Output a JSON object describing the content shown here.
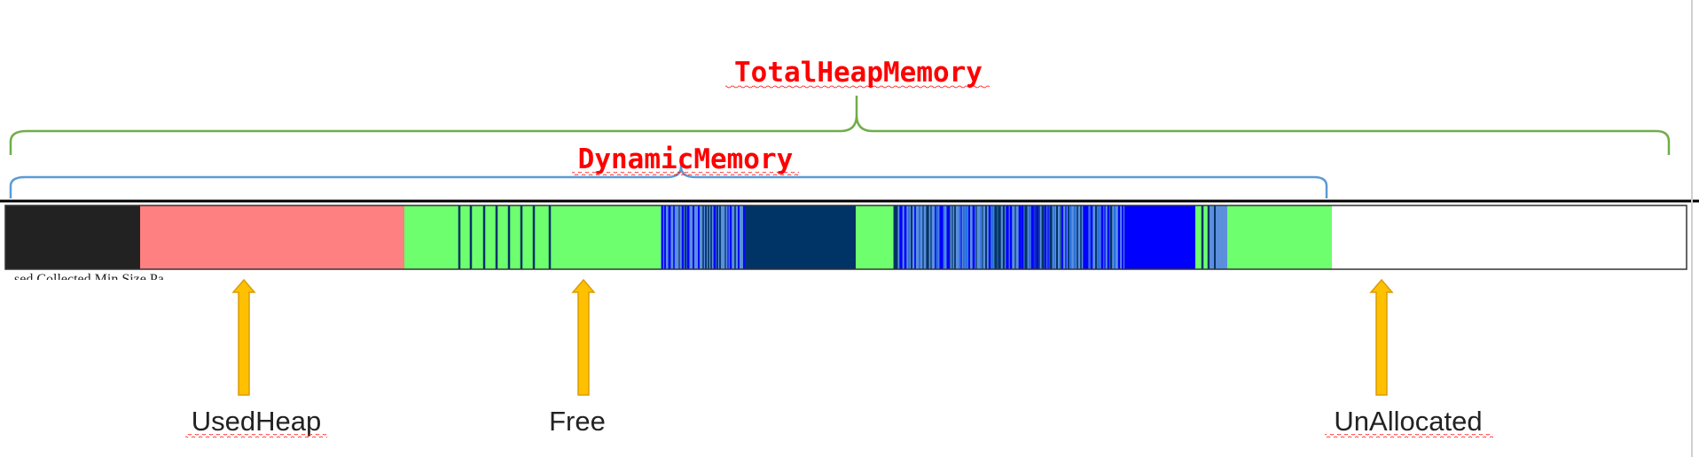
{
  "labels": {
    "total_heap_memory": "TotalHeapMemory",
    "dynamic_memory": "DynamicMemory",
    "used_heap": "UsedHeap",
    "free": "Free",
    "unallocated": "UnAllocated",
    "clipped_text": "...sed Collected Min Size Pa..."
  },
  "colors": {
    "total_brace": "#70ad47",
    "dynamic_brace": "#5b9bd5",
    "title_text": "#ff0000",
    "arrow_fill": "#ffc000",
    "arrow_stroke": "#d89e00",
    "used_black": "#222222",
    "used_red": "#ff8080",
    "free_green": "#6eff6e",
    "fragment_dark": "#003366",
    "fragment_blue": "#0000ff",
    "fragment_light": "#5b8fdc",
    "unallocated": "#ffffff"
  },
  "heap_segments": [
    {
      "kind": "used-black"
    },
    {
      "kind": "used-red"
    },
    {
      "kind": "free"
    },
    {
      "kind": "fragmented-free"
    },
    {
      "kind": "free"
    },
    {
      "kind": "fragmented-blue"
    },
    {
      "kind": "dense-block"
    },
    {
      "kind": "free"
    },
    {
      "kind": "fragmented-blue"
    },
    {
      "kind": "solid-blue"
    },
    {
      "kind": "fragmented-blue"
    },
    {
      "kind": "free"
    },
    {
      "kind": "unallocated"
    }
  ]
}
